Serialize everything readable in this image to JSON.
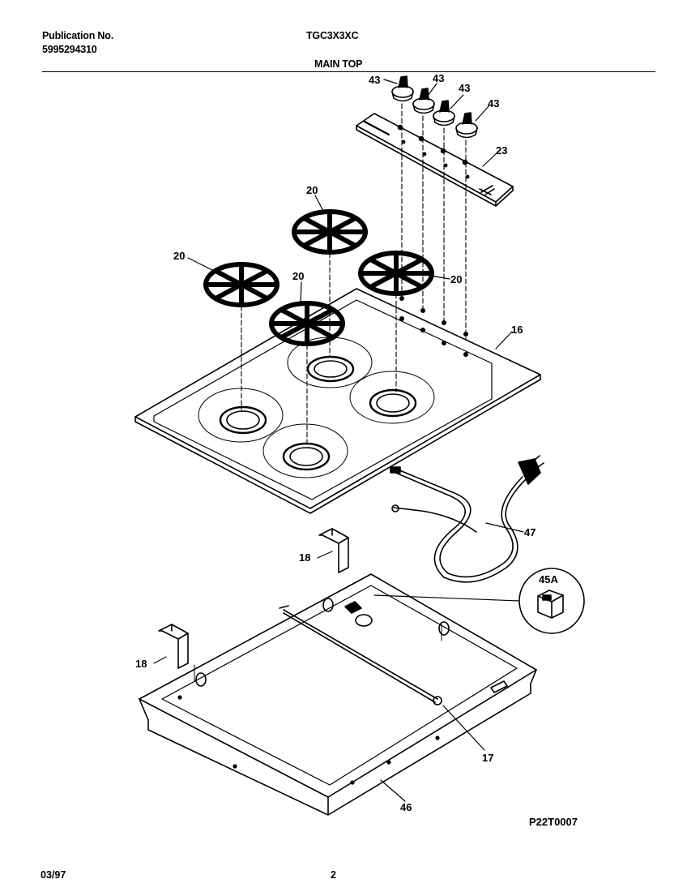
{
  "header": {
    "publication_label": "Publication No.",
    "publication_number": "5995294310",
    "model": "TGC3X3XC",
    "section_title": "MAIN TOP"
  },
  "part_labels": {
    "knob_1": "43",
    "knob_2": "43",
    "knob_3": "43",
    "knob_4": "43",
    "control_panel": "23",
    "grate_rear_center": "20",
    "grate_left": "20",
    "grate_front_center": "20",
    "grate_right": "20",
    "main_top": "16",
    "power_cord": "47",
    "bracket_upper": "18",
    "bracket_lower": "18",
    "switch_inset": "45A",
    "wire_rod": "17",
    "burner_box": "46"
  },
  "diagram_code": "P22T0007",
  "footer": {
    "date": "03/97",
    "page_number": "2"
  }
}
